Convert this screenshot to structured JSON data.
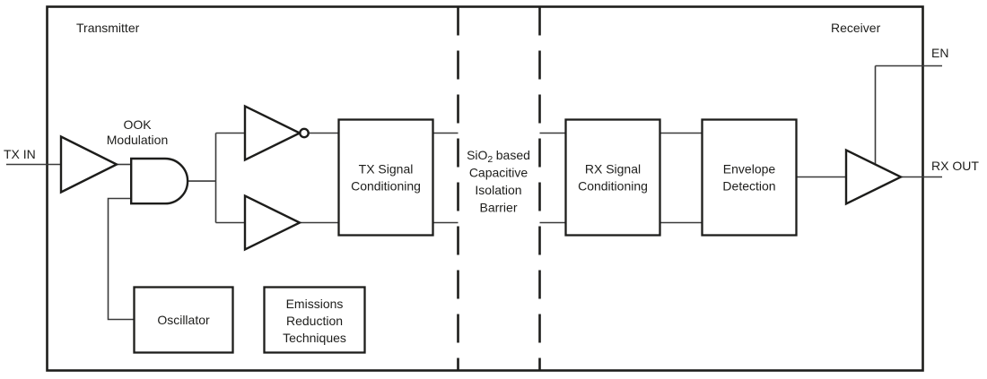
{
  "diagram": {
    "regions": {
      "transmitter": "Transmitter",
      "receiver": "Receiver"
    },
    "ports": {
      "tx_in": "TX IN",
      "en": "EN",
      "rx_out": "RX OUT"
    },
    "ook": {
      "line1": "OOK",
      "line2": "Modulation"
    },
    "blocks": {
      "tx_signal": {
        "line1": "TX Signal",
        "line2": "Conditioning"
      },
      "rx_signal": {
        "line1": "RX Signal",
        "line2": "Conditioning"
      },
      "envelope": {
        "line1": "Envelope",
        "line2": "Detection"
      },
      "oscillator": {
        "label": "Oscillator"
      },
      "emissions": {
        "line1": "Emissions",
        "line2": "Reduction",
        "line3": "Techniques"
      }
    },
    "barrier": {
      "l1_main": "SiO",
      "l1_sub": "2",
      "l1_rest": "based",
      "l2": "Capacitive",
      "l3": "Isolation",
      "l4": "Barrier"
    },
    "colors": {
      "line": "#1d1d1b",
      "text": "#1d1d1b",
      "background": "#ffffff"
    }
  }
}
